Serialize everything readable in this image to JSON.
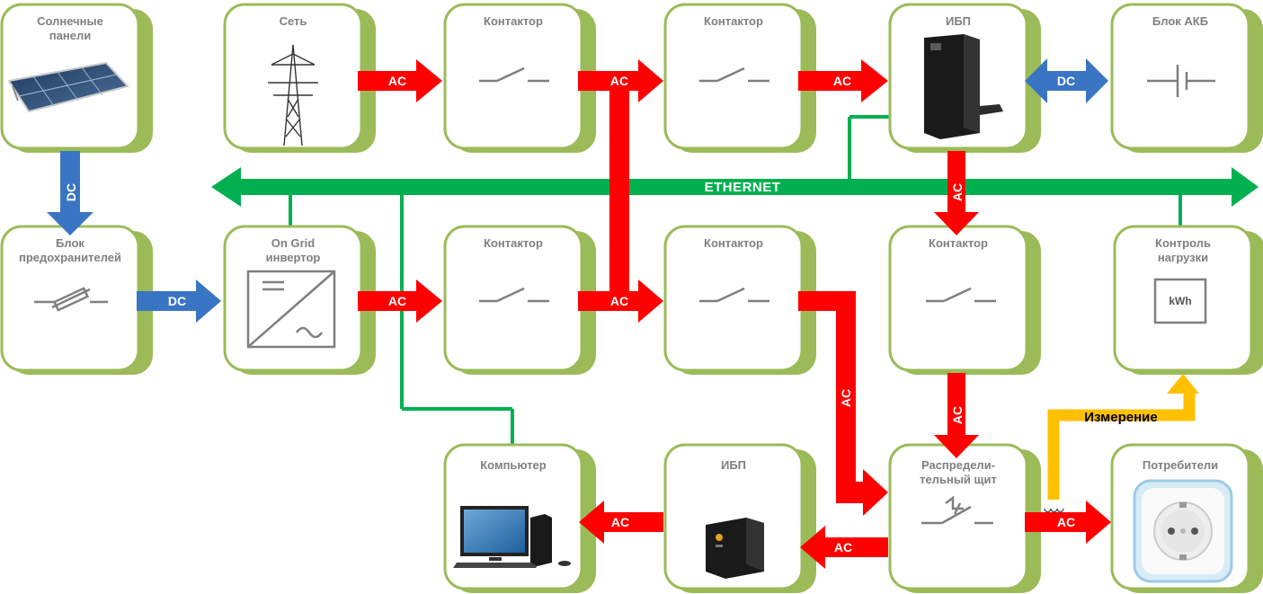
{
  "blocks": {
    "solar_panels": "Солнечные\nпанели",
    "grid": "Сеть",
    "contactor_1": "Контактор",
    "contactor_2": "Контактор",
    "ups_main": "ИБП",
    "battery_block": "Блок АКБ",
    "fuse_block": "Блок\nпредохранителей",
    "inverter": "On Grid\nинвертор",
    "contactor_3": "Контактор",
    "contactor_4": "Контактор",
    "contactor_5": "Контактор",
    "load_control": "Контроль\nнагрузки",
    "computer": "Компьютер",
    "ups_small": "ИБП",
    "distribution_board": "Распредели-\nтельный щит",
    "consumers": "Потребители"
  },
  "labels": {
    "ac": "AC",
    "dc": "DC",
    "ethernet": "ETHERNET",
    "measurement": "Измерение",
    "kwh": "kWh"
  },
  "colors": {
    "ac": "#ff0000",
    "dc": "#3a75c4",
    "ethernet": "#00b050",
    "measurement": "#ffc000",
    "box_shadow": "#9bbb59",
    "box_border": "#9bbb59",
    "title": "#7f7f7f"
  }
}
